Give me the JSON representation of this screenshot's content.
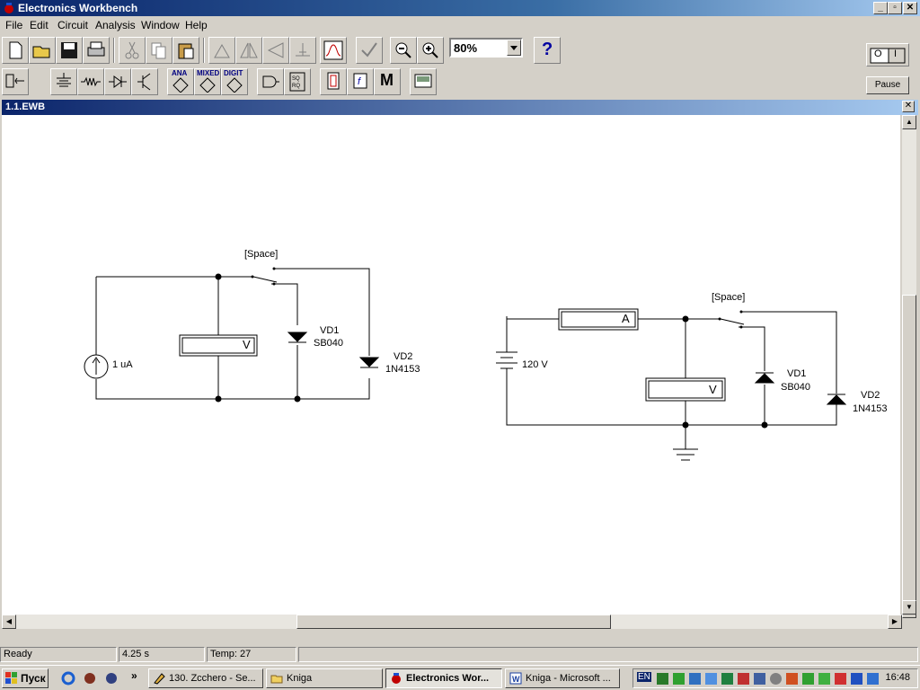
{
  "window": {
    "title": "Electronics Workbench",
    "minimize": "_",
    "maximize": "▫",
    "close": "✕"
  },
  "menu": [
    "File",
    "Edit",
    "Circuit",
    "Analysis",
    "Window",
    "Help"
  ],
  "toolbar": {
    "zoom_value": "80%",
    "help_glyph": "?",
    "pause_label": "Pause",
    "power_on": "I",
    "power_off": "O"
  },
  "parts_labels": {
    "analog": "ANA",
    "mixed": "MIXED",
    "digital": "DIGIT",
    "misc_label": "M"
  },
  "document": {
    "name": "1.1.EWB",
    "close": "✕"
  },
  "circuit1": {
    "switch_key": "[Space]",
    "source_label": "1 uA",
    "voltmeter_glyph": "V",
    "vd1_name": "VD1",
    "vd1_model": "SB040",
    "vd2_name": "VD2",
    "vd2_model": "1N4153"
  },
  "circuit2": {
    "switch_key": "[Space]",
    "battery_label": "120 V",
    "ammeter_glyph": "A",
    "voltmeter_glyph": "V",
    "vd1_name": "VD1",
    "vd1_model": "SB040",
    "vd2_name": "VD2",
    "vd2_model": "1N4153"
  },
  "status": {
    "state": "Ready",
    "time": "4.25 s",
    "temp": "Temp:  27"
  },
  "taskbar": {
    "start": "Пуск",
    "quick_more": "»",
    "tasks": [
      {
        "label": "130. Zcchero - Se..."
      },
      {
        "label": "Kniga"
      },
      {
        "label": "Electronics Wor...",
        "active": true
      },
      {
        "label": "Kniga - Microsoft ..."
      }
    ],
    "lang": "EN",
    "clock": "16:48"
  }
}
